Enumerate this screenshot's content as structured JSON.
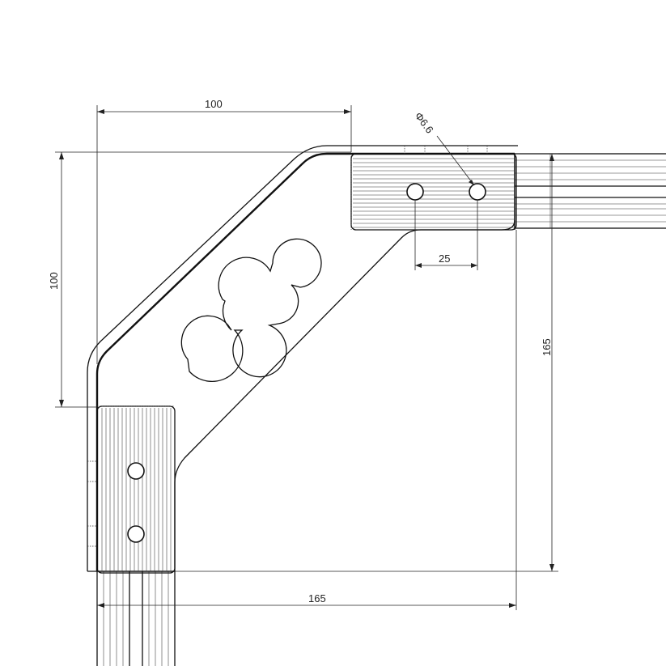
{
  "dimensions": {
    "top_width": "100",
    "left_height": "100",
    "hole_spacing": "25",
    "right_height": "165",
    "bottom_width": "165",
    "hole_diameter": "Φ6.6"
  }
}
